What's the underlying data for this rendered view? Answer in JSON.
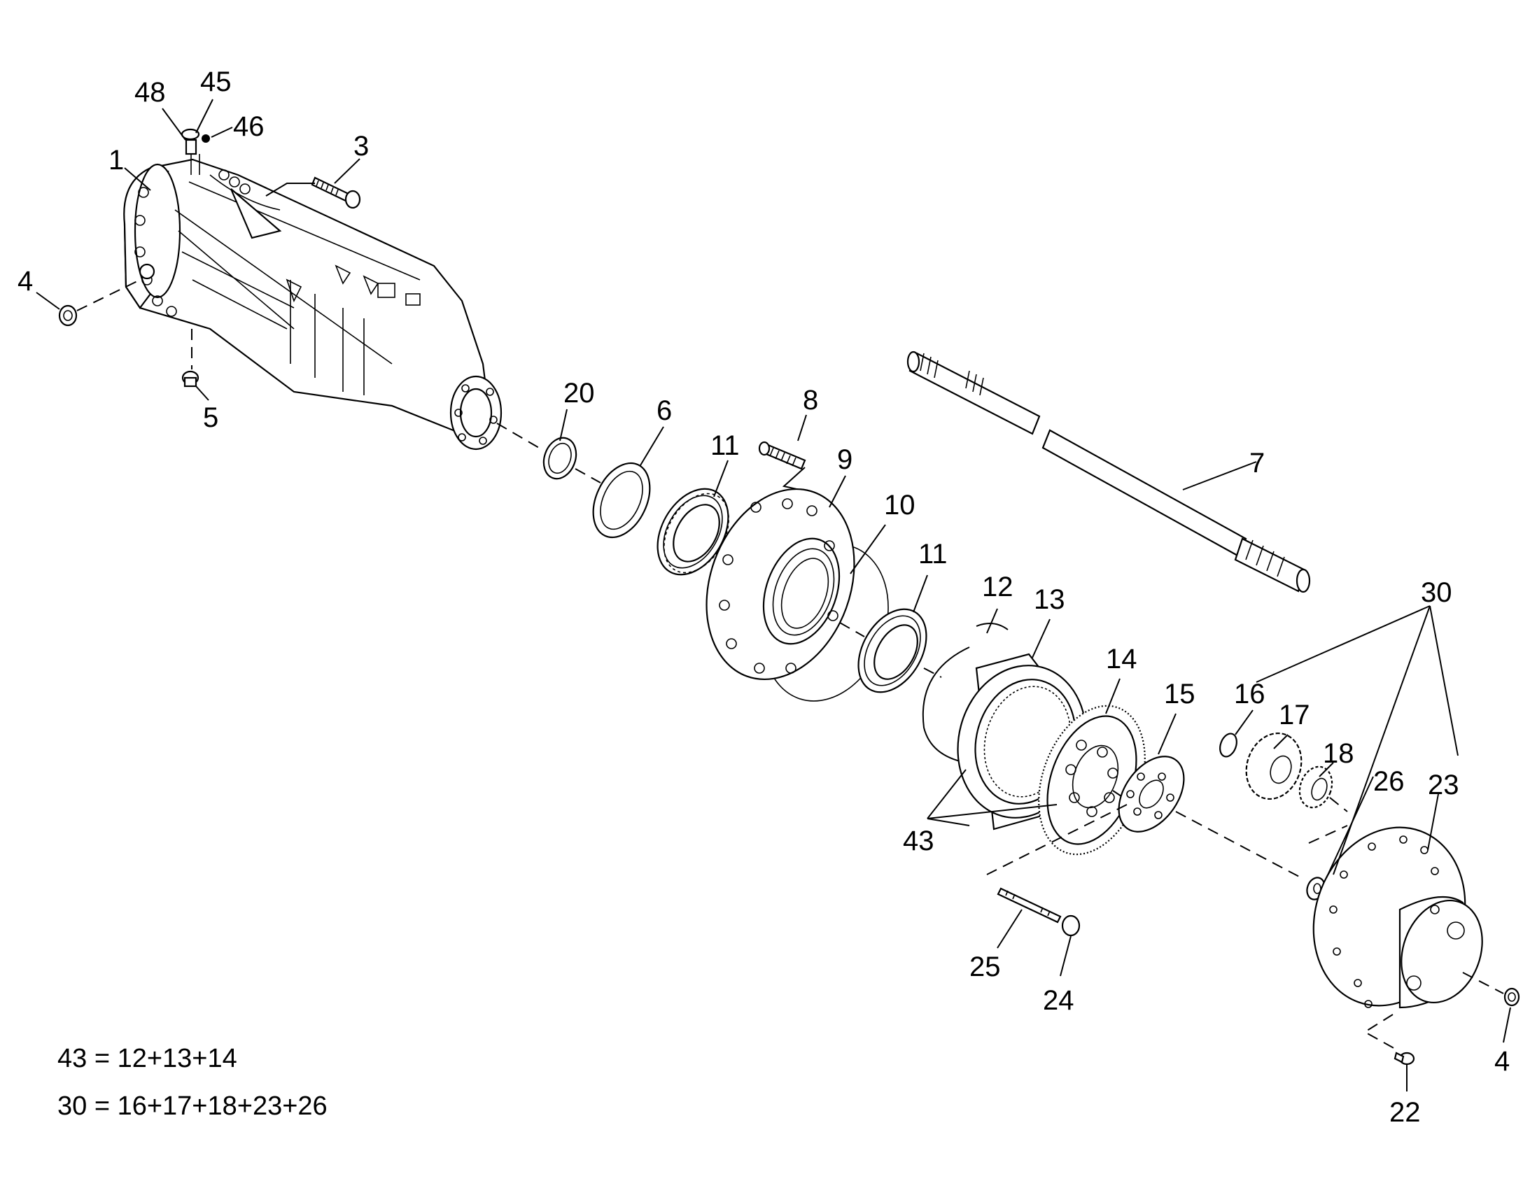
{
  "labels": {
    "l1": "1",
    "l3": "3",
    "l4a": "4",
    "l4b": "4",
    "l5": "5",
    "l6": "6",
    "l7": "7",
    "l8": "8",
    "l9": "9",
    "l10": "10",
    "l11a": "11",
    "l11b": "11",
    "l12": "12",
    "l13": "13",
    "l14": "14",
    "l15": "15",
    "l16": "16",
    "l17": "17",
    "l18": "18",
    "l20": "20",
    "l22": "22",
    "l23": "23",
    "l24": "24",
    "l25": "25",
    "l26": "26",
    "l30": "30",
    "l43": "43",
    "l45": "45",
    "l46": "46",
    "l48": "48"
  },
  "legend": {
    "line1": "43 = 12+13+14",
    "line2": "30 = 16+17+18+23+26"
  }
}
